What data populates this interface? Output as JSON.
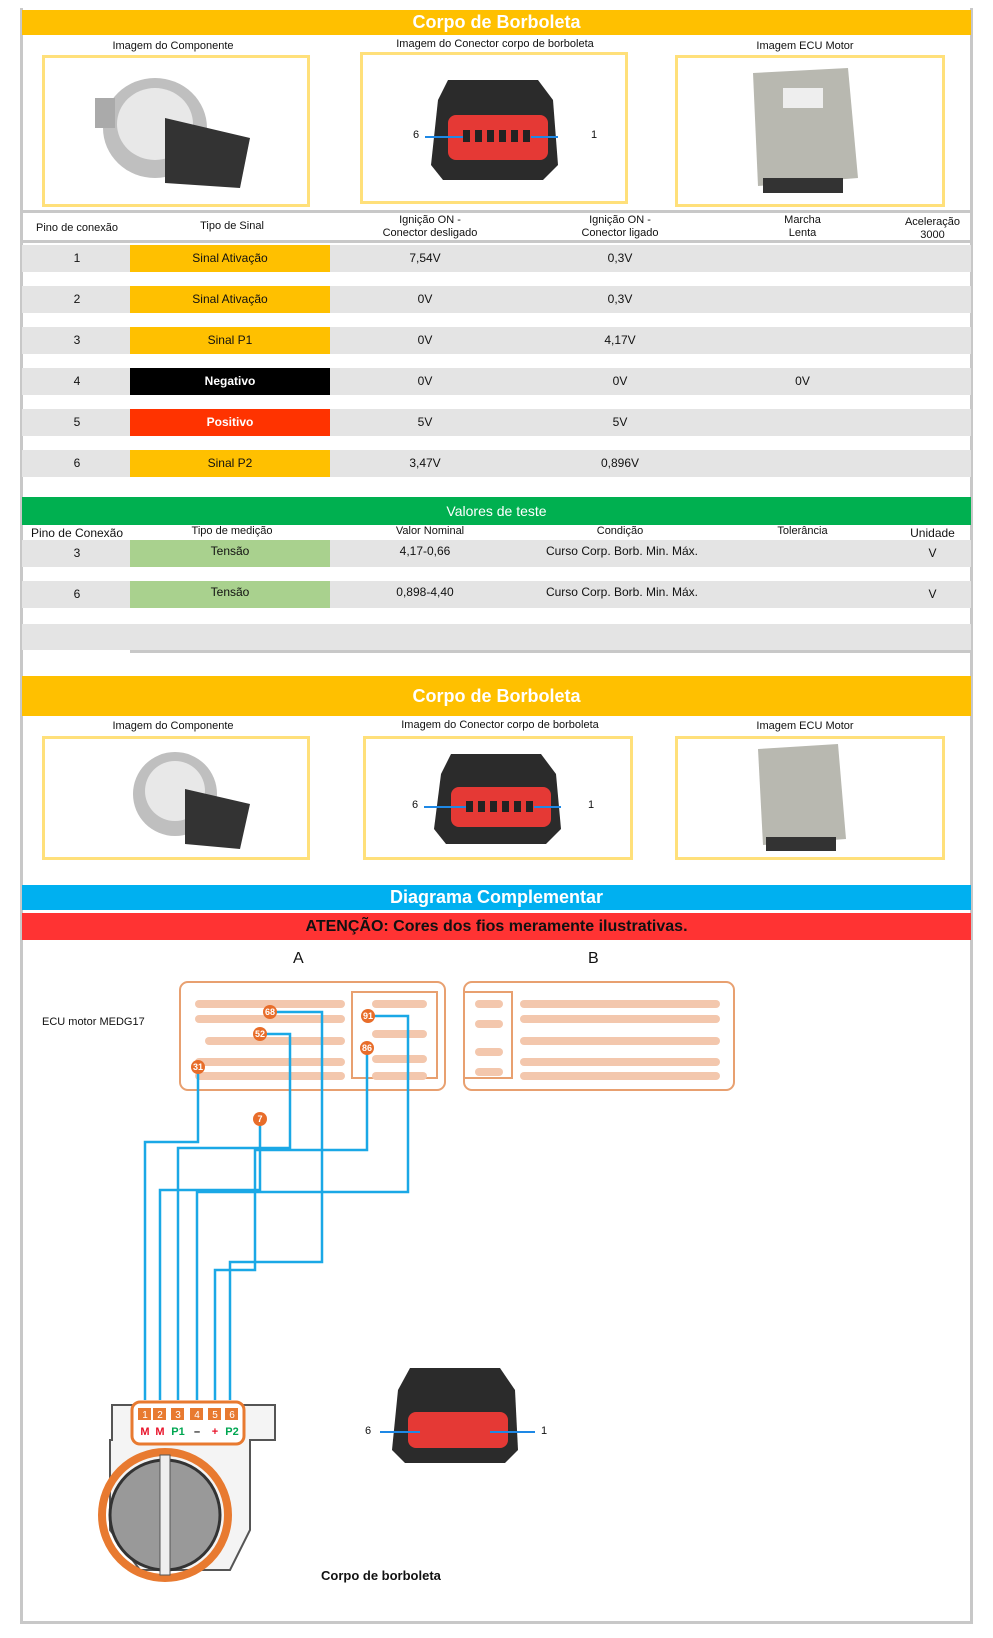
{
  "section1": {
    "title": "Corpo de Borboleta",
    "image_labels": [
      "Imagem do Componente",
      "Imagem do Conector corpo de borboleta",
      "Imagem ECU Motor"
    ],
    "connector_pins": {
      "left": "6",
      "right": "1"
    },
    "columns": [
      "Pino de conexão",
      "Tipo de Sinal",
      "Ignição ON -\nConector desligado",
      "Ignição ON -\nConector ligado",
      "Marcha\nLenta",
      "Aceleração\n3000"
    ],
    "rows": [
      {
        "pin": "1",
        "signal": "Sinal Ativação",
        "color": "#ffc000",
        "text_color": "#111",
        "ign_off": "7,54V",
        "ign_on": "0,3V",
        "idle": "",
        "accel": ""
      },
      {
        "pin": "2",
        "signal": "Sinal Ativação",
        "color": "#ffc000",
        "text_color": "#111",
        "ign_off": "0V",
        "ign_on": "0,3V",
        "idle": "",
        "accel": ""
      },
      {
        "pin": "3",
        "signal": "Sinal P1",
        "color": "#ffc000",
        "text_color": "#111",
        "ign_off": "0V",
        "ign_on": "4,17V",
        "idle": "",
        "accel": ""
      },
      {
        "pin": "4",
        "signal": "Negativo",
        "color": "#000000",
        "text_color": "#fff",
        "ign_off": "0V",
        "ign_on": "0V",
        "idle": "0V",
        "accel": ""
      },
      {
        "pin": "5",
        "signal": "Positivo",
        "color": "#ff3300",
        "text_color": "#fff",
        "ign_off": "5V",
        "ign_on": "5V",
        "idle": "",
        "accel": ""
      },
      {
        "pin": "6",
        "signal": "Sinal P2",
        "color": "#ffc000",
        "text_color": "#111",
        "ign_off": "3,47V",
        "ign_on": "0,896V",
        "idle": "",
        "accel": ""
      }
    ]
  },
  "test": {
    "title": "Valores de teste",
    "columns": [
      "Pino de Conexão",
      "Tipo de medição",
      "Valor Nominal",
      "Condição",
      "Tolerância",
      "Unidade"
    ],
    "rows": [
      {
        "pin": "3",
        "type": "Tensão",
        "nominal": "4,17-0,66",
        "condition": "Curso Corp. Borb. Min. Máx.",
        "tolerance": "",
        "unit": "V"
      },
      {
        "pin": "6",
        "type": "Tensão",
        "nominal": "0,898-4,40",
        "condition": "Curso Corp. Borb. Min. Máx.",
        "tolerance": "",
        "unit": "V"
      }
    ]
  },
  "section2": {
    "title": "Corpo de Borboleta",
    "image_labels": [
      "Imagem do Componente",
      "Imagem do Conector corpo de borboleta",
      "Imagem ECU Motor"
    ],
    "connector_pins": {
      "left": "6",
      "right": "1"
    }
  },
  "diagram": {
    "title": "Diagrama Complementar",
    "warning": "ATENÇÃO: Cores dos fios meramente ilustrativas.",
    "connector_a": "A",
    "connector_b": "B",
    "ecu_label": "ECU motor MEDG17",
    "ecu_pins": [
      "68",
      "52",
      "31",
      "7",
      "91",
      "86"
    ],
    "tb_pins": [
      "1",
      "2",
      "3",
      "4",
      "5",
      "6"
    ],
    "tb_pin_functions": [
      "M",
      "M",
      "P1",
      "–",
      "+",
      "P2"
    ],
    "connector_pins": {
      "left": "6",
      "right": "1"
    },
    "component_label": "Corpo de borboleta"
  }
}
